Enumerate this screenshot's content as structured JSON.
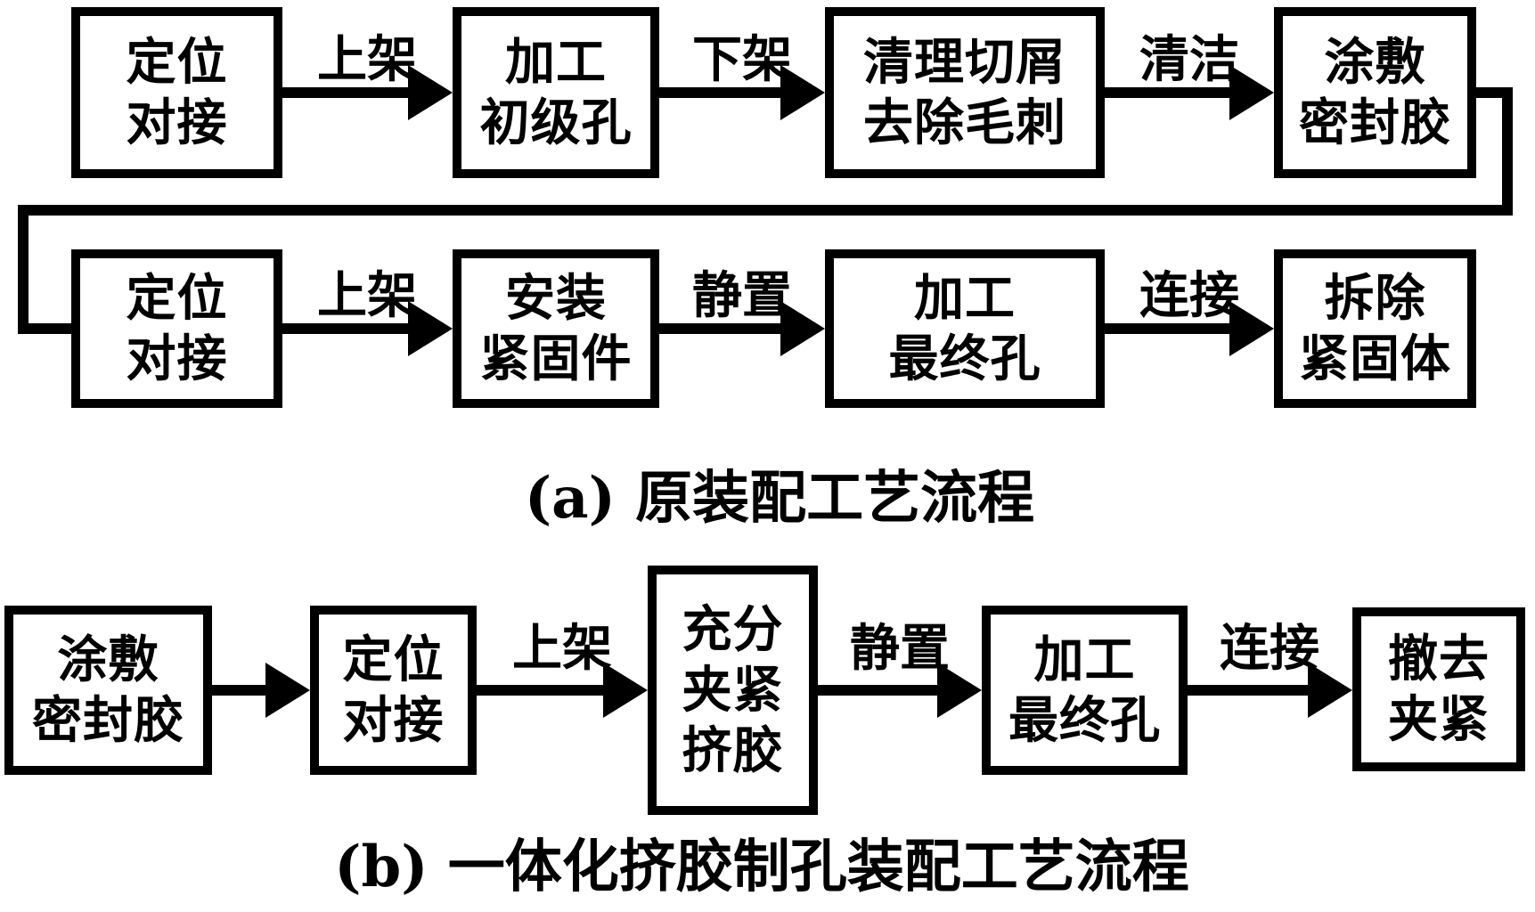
{
  "colors": {
    "ink": "#000000",
    "background": "#ffffff"
  },
  "flow_a": {
    "caption": "(a) 原装配工艺流程",
    "row1_boxes": [
      "定位\n对接",
      "加工\n初级孔",
      "清理切屑\n去除毛刺",
      "涂敷\n密封胶"
    ],
    "row1_arrows": [
      "上架",
      "下架",
      "清洁"
    ],
    "row2_boxes": [
      "定位\n对接",
      "安装\n紧固件",
      "加工\n最终孔",
      "拆除\n紧固体"
    ],
    "row2_arrows": [
      "上架",
      "静置",
      "连接"
    ]
  },
  "flow_b": {
    "caption": "(b) 一体化挤胶制孔装配工艺流程",
    "boxes": [
      "涂敷\n密封胶",
      "定位\n对接",
      "充分\n夹紧\n挤胶",
      "加工\n最终孔",
      "撤去\n夹紧"
    ],
    "arrows": [
      "上架",
      "静置",
      "连接"
    ]
  }
}
